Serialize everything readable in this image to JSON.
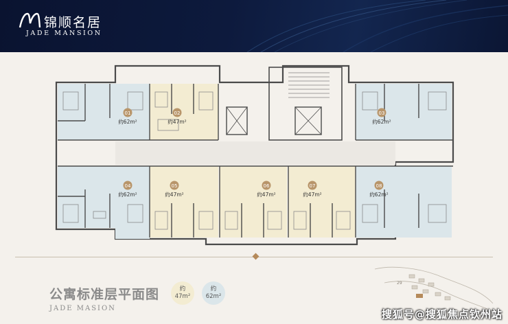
{
  "header": {
    "logo_cn": "锦顺名居",
    "logo_en": "JADE MANSION"
  },
  "units": [
    {
      "num": "01",
      "area": "约62m²",
      "type": "62"
    },
    {
      "num": "02",
      "area": "约47m²",
      "type": "47"
    },
    {
      "num": "03",
      "area": "约62m²",
      "type": "62"
    },
    {
      "num": "04",
      "area": "约62m²",
      "type": "62"
    },
    {
      "num": "05",
      "area": "约47m²",
      "type": "47"
    },
    {
      "num": "06",
      "area": "约47m²",
      "type": "47"
    },
    {
      "num": "07",
      "area": "约47m²",
      "type": "47"
    },
    {
      "num": "08",
      "area": "约62m²",
      "type": "62"
    }
  ],
  "footer": {
    "title_cn": "公寓标准层平面图",
    "title_en": "JADE MASION"
  },
  "legend": [
    {
      "line1": "约",
      "line2": "47m²",
      "color": "#f3ecd2"
    },
    {
      "line1": "约",
      "line2": "62m²",
      "color": "#dbe6ea"
    }
  ],
  "keymap": {
    "label": "29"
  },
  "watermark": "搜狐号@搜狐焦点钦州站",
  "colors": {
    "header_bg": "#0d1a3d",
    "unit_47": "#f3ecd2",
    "unit_62": "#dbe6ea",
    "wall": "#4a4a4a",
    "badge": "#b8956a"
  }
}
